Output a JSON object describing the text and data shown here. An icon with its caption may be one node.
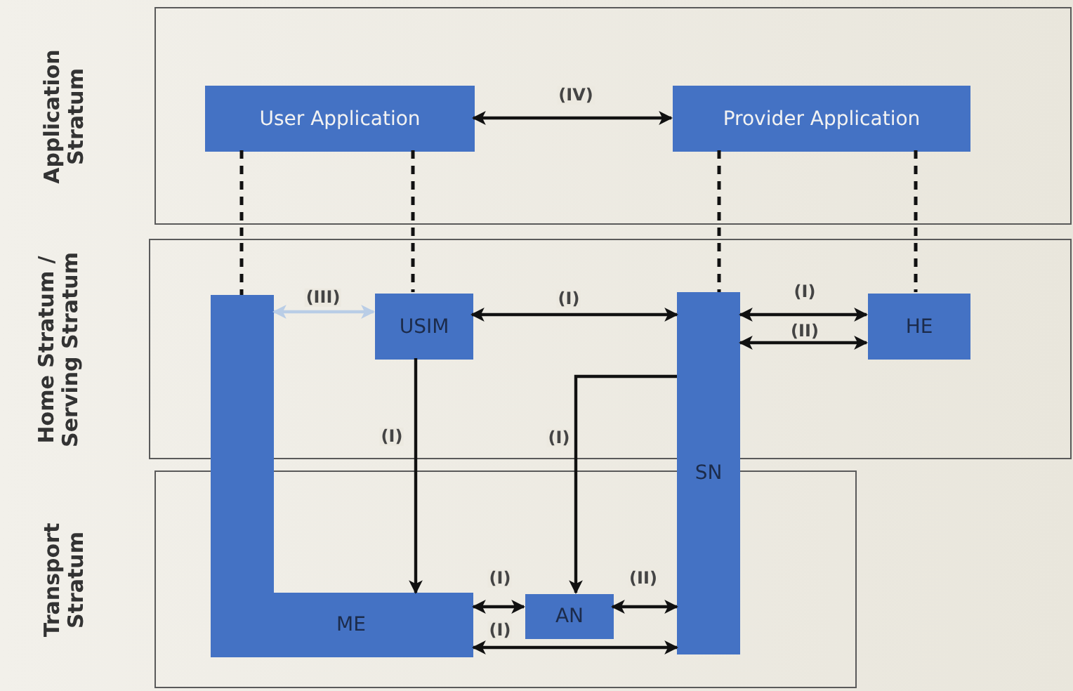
{
  "diagram": {
    "nodes": [
      {
        "text": [
          "Application Stratum"
        ]
      },
      {
        "text": [
          "User Application"
        ],
        "in": 0
      },
      {
        "text": [
          "Provider Application"
        ],
        "in": 0
      },
      {
        "text": [
          "Home Stratum / Serving Stratum"
        ]
      },
      {
        "text": [
          "USIM"
        ],
        "in": 3
      },
      {
        "text": [
          "HE"
        ],
        "in": 3
      },
      {
        "text": [
          "Transport Stratum"
        ]
      },
      {
        "text": [
          "AN"
        ],
        "in": 6
      },
      {
        "text": [
          "ME"
        ]
      },
      {
        "text": [
          "SN"
        ]
      }
    ],
    "edges": [
      {
        "from": 1,
        "to": 8,
        "arrow": "none",
        "style": "dashed"
      },
      {
        "from": 1,
        "to": 4,
        "arrow": "none",
        "style": "dashed"
      },
      {
        "from": 2,
        "to": 9,
        "arrow": "none",
        "style": "dashed"
      },
      {
        "from": 2,
        "to": 5,
        "arrow": "none",
        "style": "dashed"
      },
      {
        "from": 1,
        "to": 2,
        "arrow": "both",
        "label": "(IV)"
      },
      {
        "from": 8,
        "to": 4,
        "arrow": "both",
        "label": "(III)",
        "color": "#b9cde6"
      },
      {
        "from": 4,
        "to": 9,
        "arrow": "both",
        "label": "(I)"
      },
      {
        "from": 9,
        "to": 5,
        "arrow": "both",
        "label": "(I)"
      },
      {
        "from": 9,
        "to": 5,
        "arrow": "both",
        "label": "(II)"
      },
      {
        "from": 4,
        "to": 8,
        "arrow": "to",
        "label": "(I)"
      },
      {
        "from": 9,
        "to": 7,
        "arrow": "to",
        "label": "(I)"
      },
      {
        "from": 8,
        "to": 7,
        "arrow": "both",
        "label": "(I)"
      },
      {
        "from": 7,
        "to": 9,
        "arrow": "both",
        "label": "(II)"
      },
      {
        "from": 8,
        "to": 9,
        "arrow": "both",
        "label": "(I)"
      }
    ]
  }
}
